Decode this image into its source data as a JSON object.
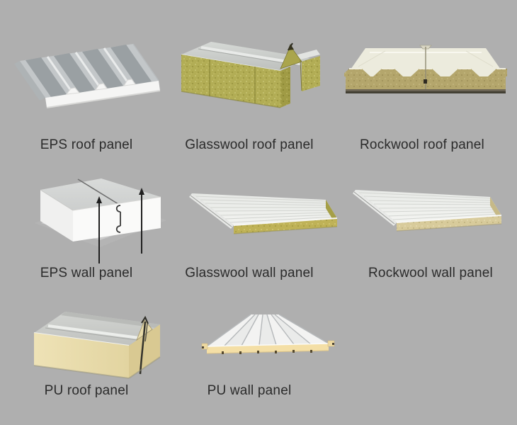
{
  "page": {
    "background_color": "#afafaf",
    "label_color": "#2b2b2b",
    "description": "Sandwich panel product type collage"
  },
  "products": [
    {
      "id": "eps-roof-panel",
      "label": "EPS roof panel"
    },
    {
      "id": "glasswool-roof-panel",
      "label": "Glasswool roof panel"
    },
    {
      "id": "rockwool-roof-panel",
      "label": "Rockwool roof panel"
    },
    {
      "id": "eps-wall-panel",
      "label": "EPS wall panel"
    },
    {
      "id": "glasswool-wall-panel",
      "label": "Glasswool wall panel"
    },
    {
      "id": "rockwool-wall-panel",
      "label": "Rockwool wall panel"
    },
    {
      "id": "pu-roof-panel",
      "label": "PU roof panel"
    },
    {
      "id": "pu-wall-panel",
      "label": "PU wall panel"
    }
  ],
  "colors": {
    "eps_foam": "#f5f5f4",
    "metal_sheet": "#c7cbcc",
    "glasswool_core": "#b2ad55",
    "rockwool_roof_core": "#b4a66c",
    "rockwool_wall_core": "#d8cb9b",
    "pu_core": "#ead9a8",
    "white_steel": "#ecebdd"
  }
}
